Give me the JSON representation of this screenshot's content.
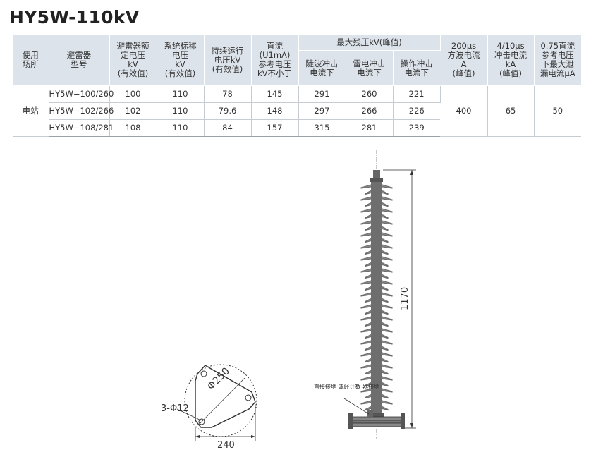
{
  "title": "HY5W-110kV",
  "table": {
    "headers": {
      "use_place": "使用\n场所",
      "model": "避雷器\n型号",
      "rated_voltage": "避雷器额\n定电压\nkV\n(有效值)",
      "system_voltage": "系统标称\n电压\nkV\n(有效值)",
      "continuous_voltage": "持续运行\n电压kV\n(有效值)",
      "dc_voltage": "直流\n(U1mA)\n参考电压\nkV不小于",
      "max_residual": "最大残压kV(峰值)",
      "steep_wave": "陡波冲击\n电流下",
      "lightning": "雷电冲击\n电流下",
      "switching": "操作冲击\n电流下",
      "square_wave": "200μs\n方波电流\nA\n(峰值)",
      "impulse_current": "4/10μs\n冲击电流\nkA\n(峰值)",
      "leakage": "0.75直流\n参考电压\n下最大泄\n漏电流μA"
    },
    "use_place_value": "电站",
    "rows": [
      {
        "model": "HY5W−100/260",
        "rated": "100",
        "system": "110",
        "continuous": "78",
        "dc": "145",
        "steep": "291",
        "lightning": "260",
        "switching": "221"
      },
      {
        "model": "HY5W−102/266",
        "rated": "102",
        "system": "110",
        "continuous": "79.6",
        "dc": "148",
        "steep": "297",
        "lightning": "266",
        "switching": "226"
      },
      {
        "model": "HY5W−108/281",
        "rated": "108",
        "system": "110",
        "continuous": "84",
        "dc": "157",
        "steep": "315",
        "lightning": "281",
        "switching": "239"
      }
    ],
    "square_wave_value": "400",
    "impulse_value": "65",
    "leakage_value": "50"
  },
  "drawing": {
    "base_circle_label": "Φ250",
    "hole_label": "3-Φ12",
    "width_label": "240",
    "height_label": "1170",
    "ground_note": "直接接地\n或经计数\n器接地"
  }
}
